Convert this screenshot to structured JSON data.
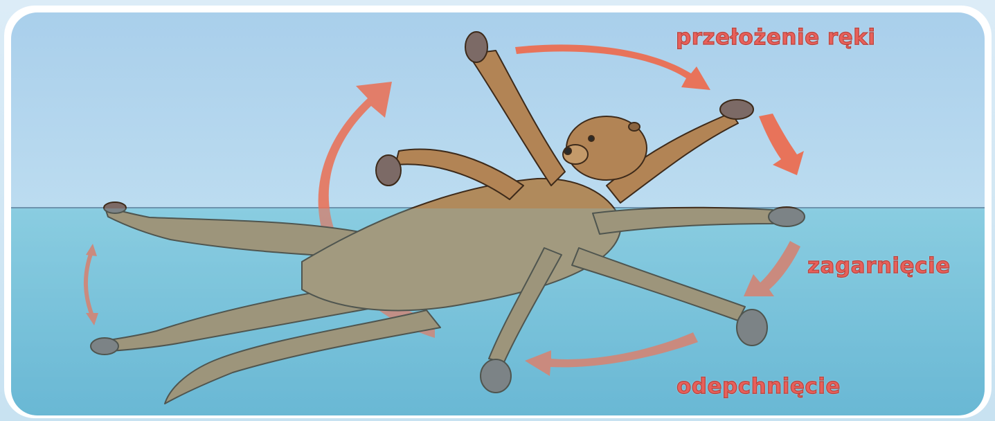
{
  "labels": {
    "recovery": "przełożenie ręki",
    "catch": "zagarnięcie",
    "push": "odepchnięcie"
  },
  "colors": {
    "sky": "#b4d6ee",
    "water": "#79c3da",
    "arrow": "#e8735a",
    "otter_fur": "#b28455",
    "label_text": "#e8605a"
  }
}
